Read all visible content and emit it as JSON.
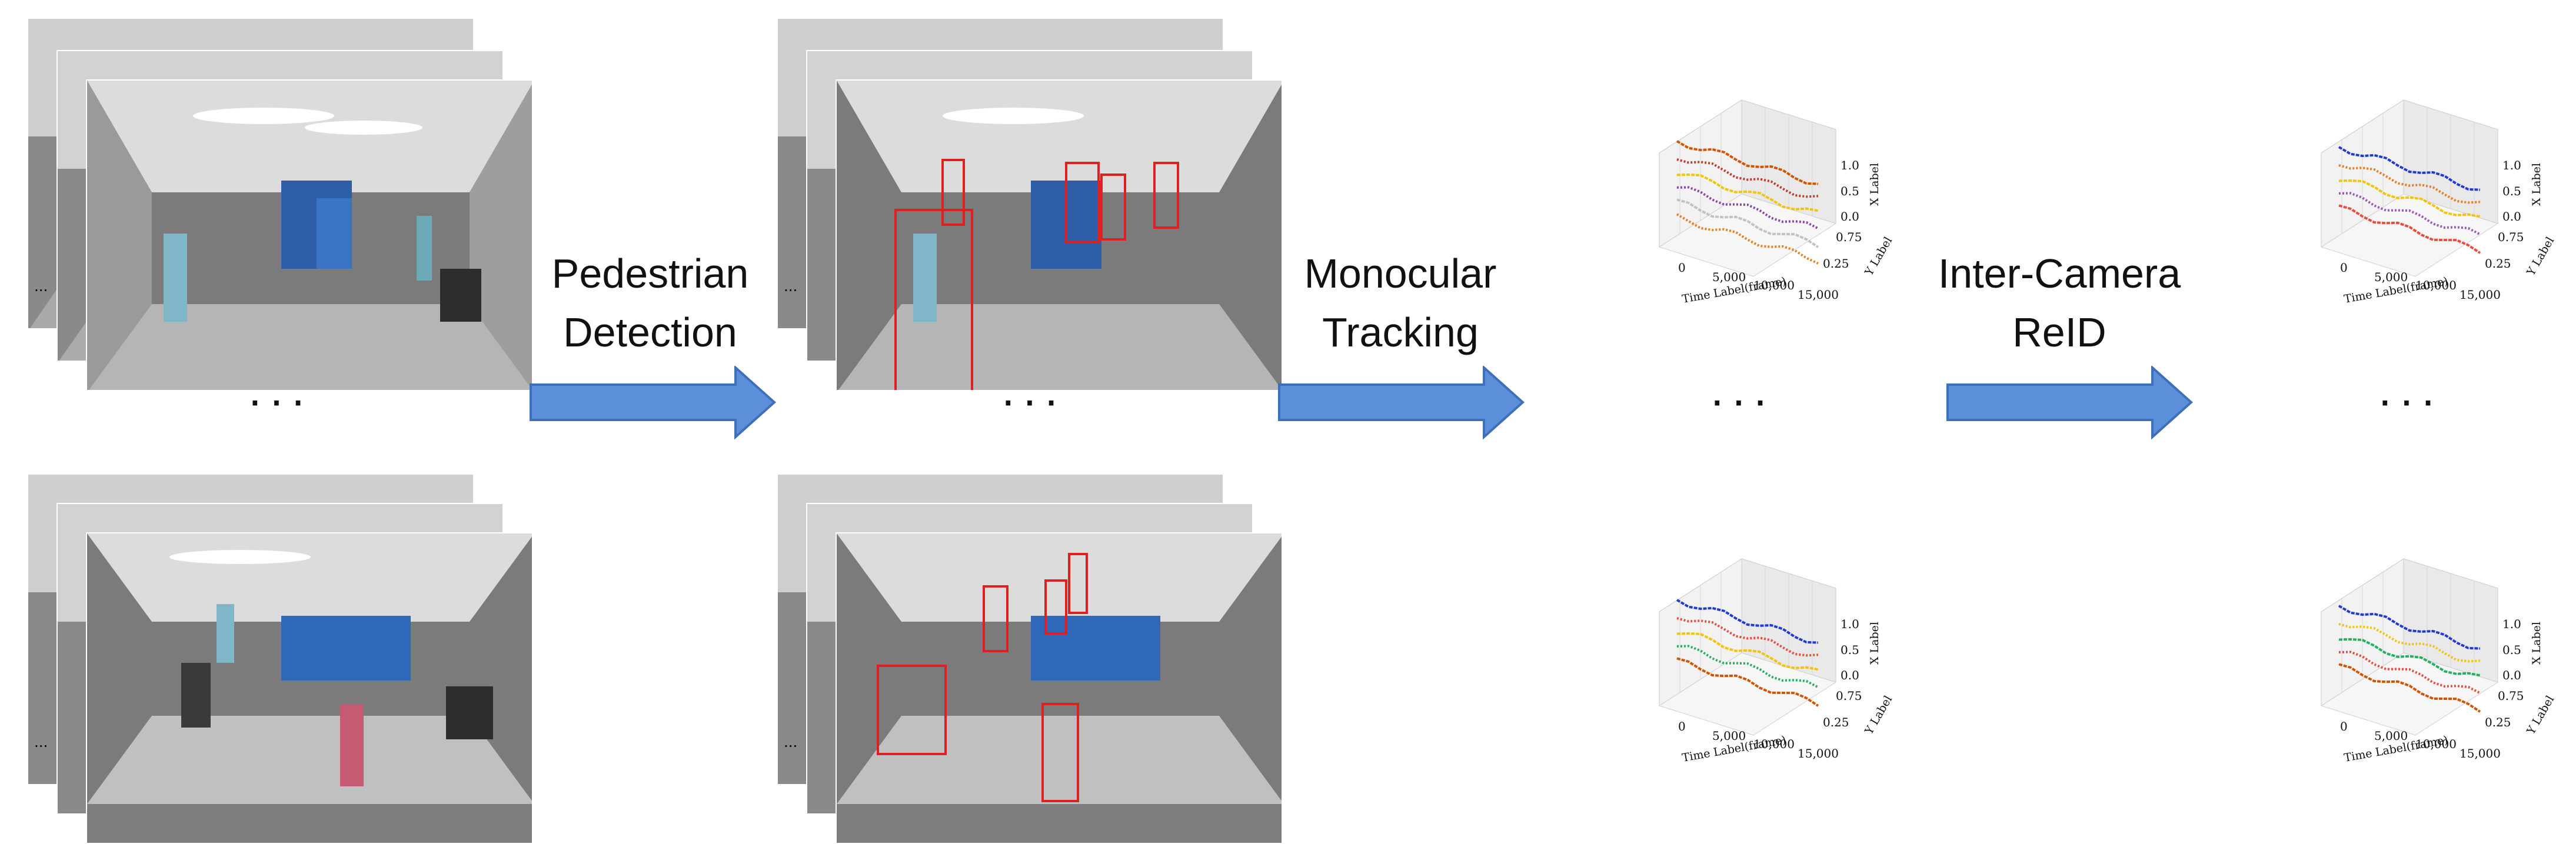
{
  "stages": [
    {
      "label_line1": "Pedestrian",
      "label_line2": "Detection"
    },
    {
      "label_line1": "Monocular",
      "label_line2": "Tracking"
    },
    {
      "label_line1": "Inter-Camera",
      "label_line2": "ReID"
    }
  ],
  "ellipsis": "···",
  "stack_marker": "...",
  "plot_axes": {
    "time_label": "Time Label(frame)",
    "y_label": "Y Label",
    "x_label": "X Label",
    "time_ticks": [
      "0",
      "5,000",
      "10,000",
      "15,000"
    ],
    "y_ticks": [
      "0.25",
      "0.75"
    ],
    "x_ticks": [
      "0.0",
      "0.5",
      "1.0"
    ]
  },
  "colors": {
    "arrow_fill": "#5b8fd9",
    "arrow_stroke": "#3f6fb8",
    "detection_box": "#e02020"
  }
}
